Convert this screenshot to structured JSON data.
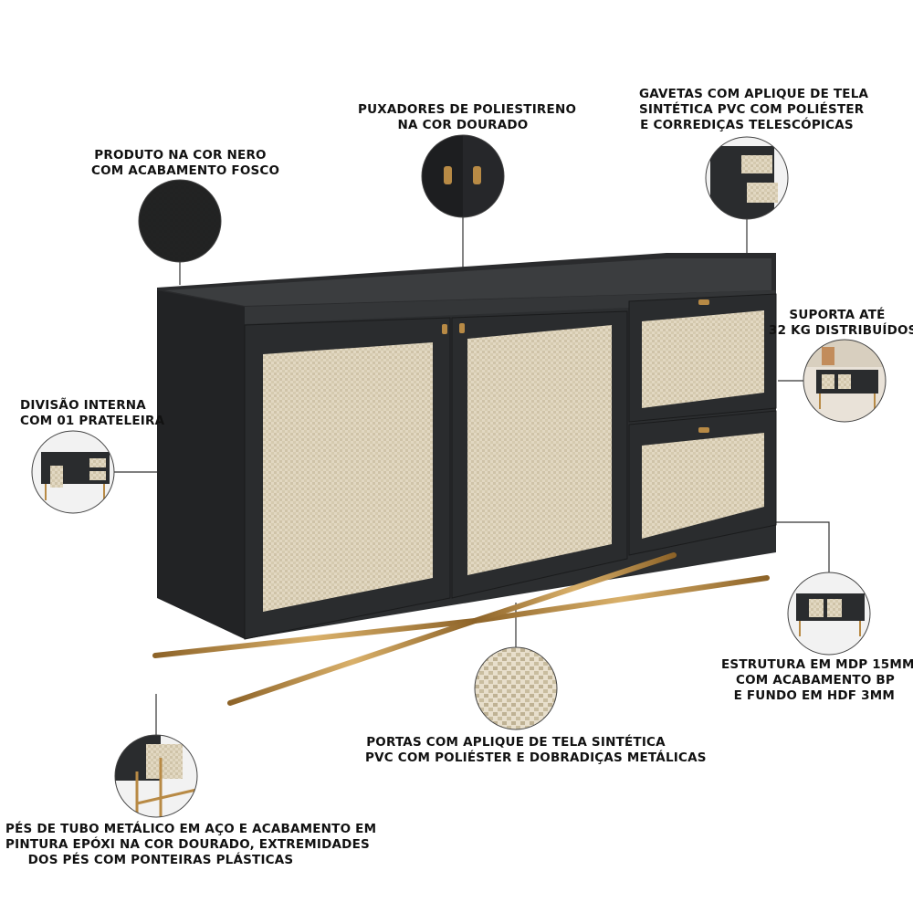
{
  "callouts": {
    "color": {
      "lines": [
        "PRODUTO NA COR NERO",
        "COM ACABAMENTO FOSCO"
      ]
    },
    "handles": {
      "lines": [
        "PUXADORES DE POLIESTIRENO",
        "NA COR DOURADO"
      ]
    },
    "drawers": {
      "lines": [
        "GAVETAS COM APLIQUE DE TELA",
        "SINTÉTICA PVC COM POLIÉSTER",
        "E CORREDIÇAS TELESCÓPICAS"
      ]
    },
    "support": {
      "lines": [
        "SUPORTA ATÉ",
        "32 KG DISTRIBUÍDOS"
      ]
    },
    "division": {
      "lines": [
        "DIVISÃO INTERNA",
        "COM 01 PRATELEIRA"
      ]
    },
    "structure": {
      "lines": [
        "ESTRUTURA EM MDP 15MM",
        "COM ACABAMENTO BP",
        "E FUNDO EM HDF 3MM"
      ]
    },
    "doors": {
      "lines": [
        "PORTAS COM APLIQUE DE TELA SINTÉTICA",
        "PVC COM POLIÉSTER E DOBRADIÇAS METÁLICAS"
      ]
    },
    "feet": {
      "lines": [
        "PÉS DE TUBO METÁLICO EM AÇO E ACABAMENTO EM",
        "PINTURA EPÓXI NA COR DOURADO, EXTREMIDADES",
        "DOS PÉS COM PONTEIRAS PLÁSTICAS"
      ]
    }
  },
  "colors": {
    "body": "#2b2d2f",
    "body_dark": "#1f2022",
    "body_top": "#3a3c3e",
    "cane": "#ddd3bd",
    "gold": "#b88a45",
    "gold_light": "#d6ad67",
    "line": "#222222"
  }
}
